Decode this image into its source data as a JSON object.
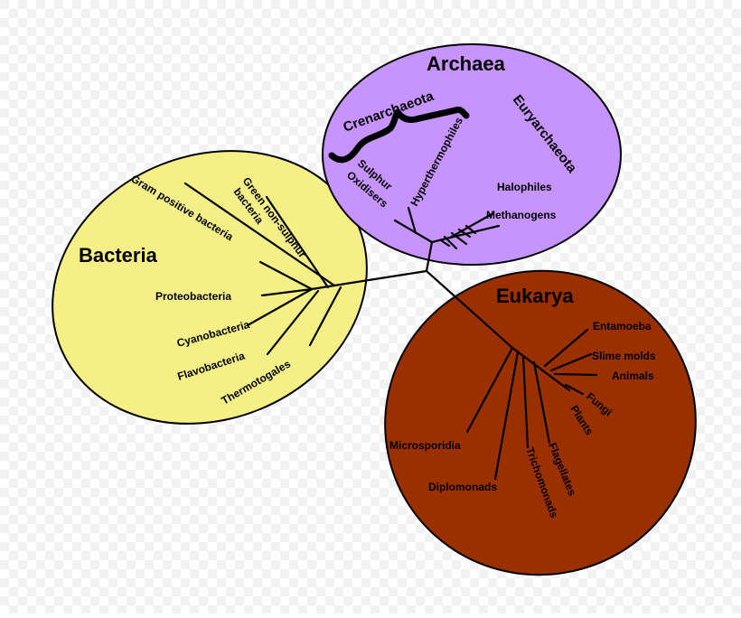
{
  "colors": {
    "bacteria_fill": "#f5ef88",
    "archaea_fill": "#c794fd",
    "eukarya_fill": "#9a2f00",
    "outline": "#000000",
    "background_checker": "#f2f2f2"
  },
  "domains": {
    "bacteria": {
      "title": "Bacteria",
      "groups": {
        "gram_positive": "Gram positive bacteria",
        "green_non_sulphur_1": "Green non-sulphur",
        "green_non_sulphur_2": "bacteria",
        "proteobacteria": "Proteobacteria",
        "cyanobacteria": "Cyanobacteria",
        "flavobacteria": "Flavobacteria",
        "thermotogales": "Thermotogales"
      }
    },
    "archaea": {
      "title": "Archaea",
      "crenarchaeota": "Crenarchaeota",
      "euryarchaeota": "Euryarchaeota",
      "groups": {
        "sulphur_oxidisers_1": "Sulphur",
        "sulphur_oxidisers_2": "Oxidisers",
        "hyperthermophiles": "Hyperthermophiles",
        "halophiles": "Halophiles",
        "methanogens": "Methanogens"
      }
    },
    "eukarya": {
      "title": "Eukarya",
      "groups": {
        "entamoeba": "Entamoeba",
        "slime_molds": "Slime molds",
        "animals": "Animals",
        "fungi": "Fungi",
        "plants": "Plants",
        "microsporidia": "Microsporidia",
        "diplomonads": "Diplomonads",
        "trichomonads": "Trichomonads",
        "flagellates": "Flagellates"
      }
    }
  }
}
